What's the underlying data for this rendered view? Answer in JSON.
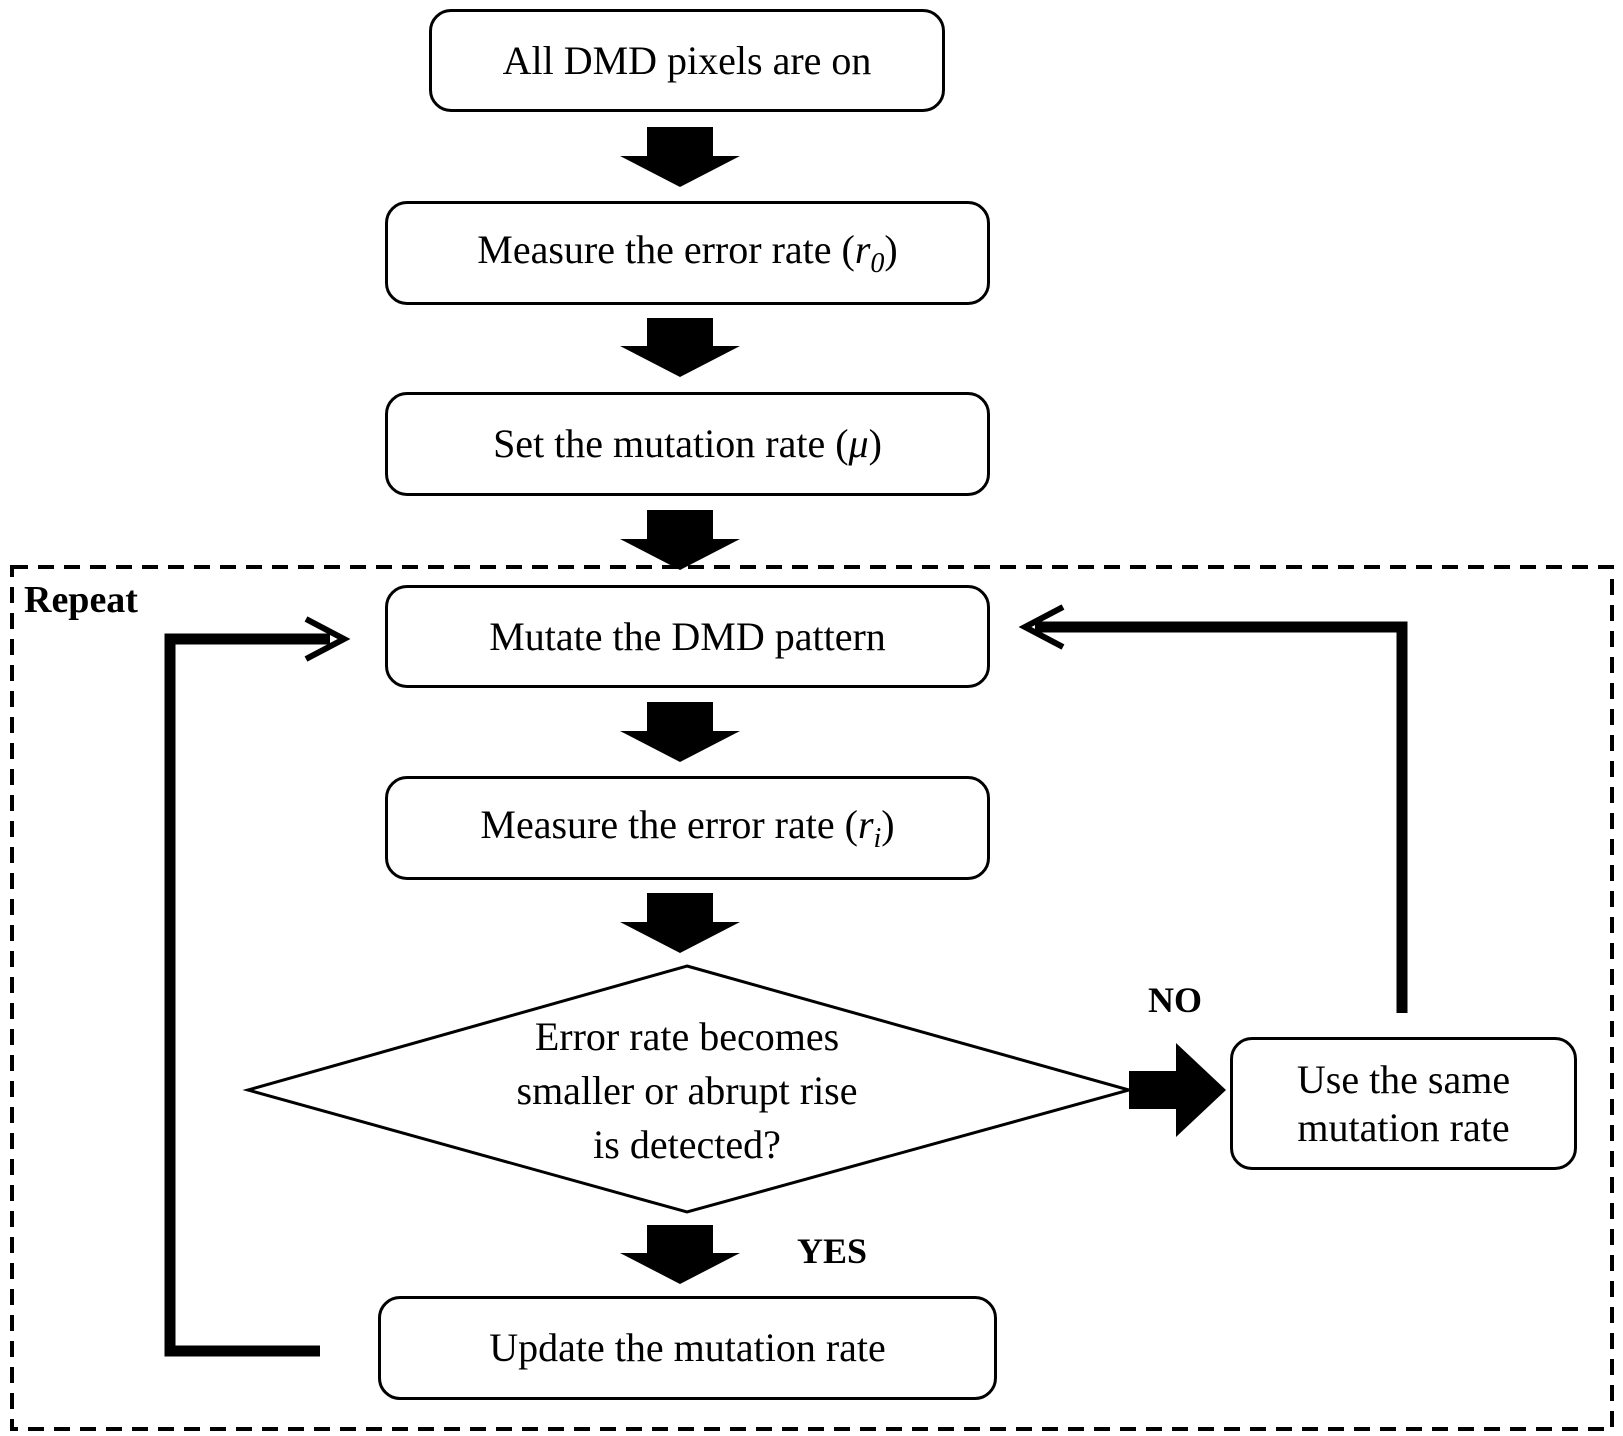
{
  "loop_label": "Repeat",
  "steps": {
    "step1": "All DMD pixels are on",
    "step2": {
      "text": "Measure the error rate (",
      "var": "r",
      "sub": "0",
      "close": ")"
    },
    "step3": {
      "text": "Set the mutation rate (",
      "var": "μ",
      "close": ")"
    },
    "step4": "Mutate the DMD pattern",
    "step5": {
      "text": "Measure the error rate (",
      "var": "r",
      "sub": "i",
      "close": ")"
    },
    "decision": [
      "Error rate becomes",
      "smaller or abrupt rise",
      "is detected?"
    ],
    "no_box": [
      "Use the same",
      "mutation rate"
    ],
    "update": "Update the mutation rate"
  },
  "branches": {
    "no": "NO",
    "yes": "YES"
  }
}
